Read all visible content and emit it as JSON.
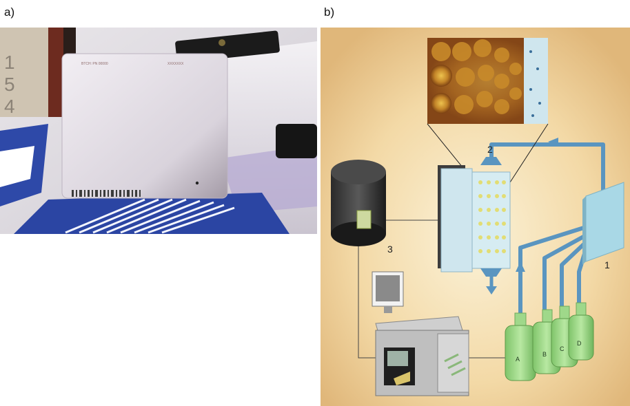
{
  "panels": {
    "a": {
      "label": "a)"
    },
    "b": {
      "label": "b)"
    }
  },
  "photo": {
    "slide_header_left": "BTCH: PN 00000",
    "slide_header_right": "XXXXXXX"
  },
  "diagram": {
    "labels": {
      "pump": "1",
      "flow_cell": "2",
      "scanner": "3"
    },
    "bottles": [
      "A",
      "B",
      "C",
      "D"
    ]
  },
  "colors": {
    "tube": "#5a95c0",
    "bottle": "#9fd88a",
    "background_warm": "#f4ddb0",
    "pump_block": "#a9d8e6"
  }
}
